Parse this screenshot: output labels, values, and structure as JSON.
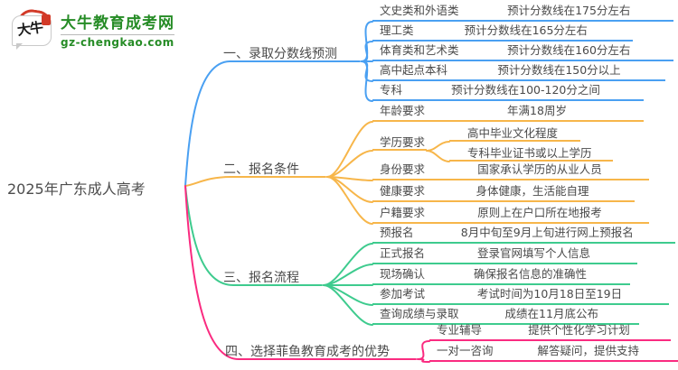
{
  "logo": {
    "title": "大牛教育成考网",
    "domain": "gz-chengkao.com",
    "badge_text": "大牛",
    "brand_color": "#268c26",
    "seal_color": "#d23a28"
  },
  "root": {
    "label": "2025年广东成人高考"
  },
  "branches": [
    {
      "label": "一、录取分数线预测",
      "color": "#4aa0f2",
      "children": [
        {
          "label": "文史类和外语类",
          "value": "预计分数线在175分左右"
        },
        {
          "label": "理工类",
          "value": "预计分数线在165分左右"
        },
        {
          "label": "体育类和艺术类",
          "value": "预计分数线在160分左右"
        },
        {
          "label": "高中起点本科",
          "value": "预计分数线在150分以上"
        },
        {
          "label": "专科",
          "value": "预计分数线在100-120分之间"
        }
      ]
    },
    {
      "label": "二、报名条件",
      "color": "#f7b64a",
      "children": [
        {
          "label": "年龄要求",
          "value": "年满18周岁"
        },
        {
          "label": "学历要求",
          "values": [
            "高中毕业文化程度",
            "专科毕业证书或以上学历"
          ]
        },
        {
          "label": "身份要求",
          "value": "国家承认学历的从业人员"
        },
        {
          "label": "健康要求",
          "value": "身体健康，生活能自理"
        },
        {
          "label": "户籍要求",
          "value": "原则上在户口所在地报考"
        }
      ]
    },
    {
      "label": "三、报名流程",
      "color": "#3ecb8e",
      "children": [
        {
          "label": "预报名",
          "value": "8月中旬至9月上旬进行网上预报名"
        },
        {
          "label": "正式报名",
          "value": "登录官网填写个人信息"
        },
        {
          "label": "现场确认",
          "value": "确保报名信息的准确性"
        },
        {
          "label": "参加考试",
          "value": "考试时间为10月18日至19日"
        },
        {
          "label": "查询成绩与录取",
          "value": "成绩在11月底公布"
        }
      ]
    },
    {
      "label": "四、选择菲鱼教育成考的优势",
      "color": "#fa2b80",
      "children": [
        {
          "label": "专业辅导",
          "value": "提供个性化学习计划"
        },
        {
          "label": "一对一咨询",
          "value": "解答疑问，提供支持"
        }
      ]
    }
  ]
}
